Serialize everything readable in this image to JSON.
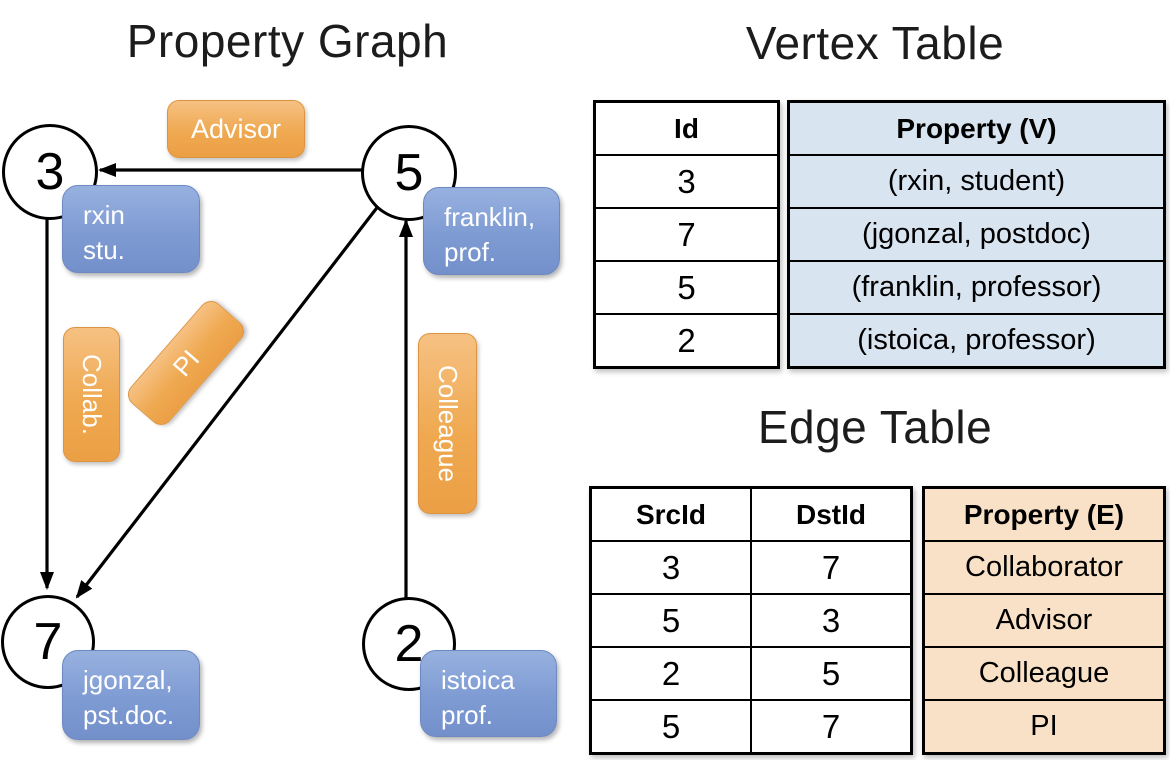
{
  "graph": {
    "title": "Property Graph",
    "nodes": [
      {
        "label": "3",
        "prop_lines": [
          "rxin",
          "stu."
        ]
      },
      {
        "label": "5",
        "prop_lines": [
          "franklin,",
          "prof."
        ]
      },
      {
        "label": "7",
        "prop_lines": [
          "jgonzal,",
          "pst.doc."
        ]
      },
      {
        "label": "2",
        "prop_lines": [
          "istoica",
          "prof."
        ]
      }
    ],
    "edges": [
      {
        "from": "5",
        "to": "3",
        "label": "Advisor"
      },
      {
        "from": "3",
        "to": "7",
        "label": "Collab."
      },
      {
        "from": "5",
        "to": "7",
        "label": "PI"
      },
      {
        "from": "2",
        "to": "5",
        "label": "Colleague"
      }
    ]
  },
  "vertex_table": {
    "title": "Vertex Table",
    "columns": {
      "id": "Id",
      "property": "Property (V)"
    },
    "rows": [
      {
        "id": "3",
        "property": "(rxin, student)"
      },
      {
        "id": "7",
        "property": "(jgonzal, postdoc)"
      },
      {
        "id": "5",
        "property": "(franklin, professor)"
      },
      {
        "id": "2",
        "property": "(istoica, professor)"
      }
    ]
  },
  "edge_table": {
    "title": "Edge Table",
    "columns": {
      "src": "SrcId",
      "dst": "DstId",
      "property": "Property (E)"
    },
    "rows": [
      {
        "src": "3",
        "dst": "7",
        "property": "Collaborator"
      },
      {
        "src": "5",
        "dst": "3",
        "property": "Advisor"
      },
      {
        "src": "2",
        "dst": "5",
        "property": "Colleague"
      },
      {
        "src": "5",
        "dst": "7",
        "property": "PI"
      }
    ]
  },
  "colors": {
    "edge_label_fill": "#efa951",
    "vertex_prop_fill": "#7e9bd3",
    "vertex_table_fill": "#d9e4f1",
    "edge_table_fill": "#f8e1c6",
    "line": "#000000"
  }
}
